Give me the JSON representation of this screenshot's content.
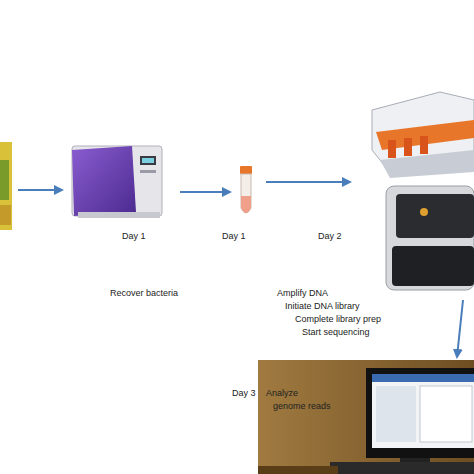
{
  "diagram": {
    "labels": [
      "Day 1",
      "Day 1",
      "Day 2",
      "Recover bacteria",
      "Amplify DNA",
      "Initiate DNA library",
      "Complete library prep",
      "Start sequencing",
      "Day 3",
      "Analyze",
      "genome reads"
    ]
  }
}
